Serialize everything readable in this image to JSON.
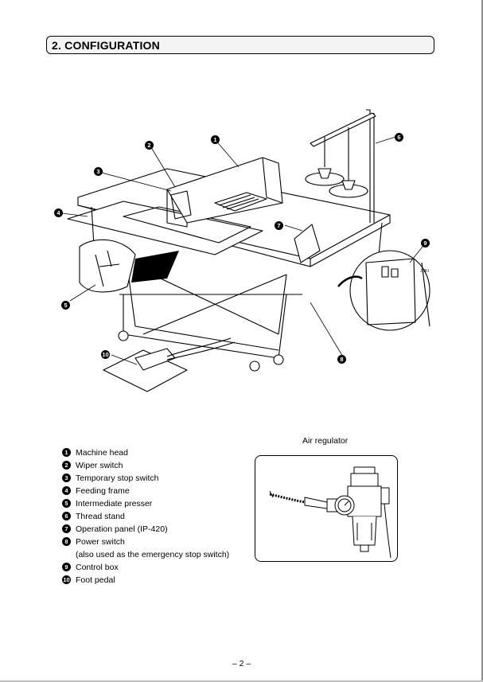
{
  "header": {
    "title": "2. CONFIGURATION"
  },
  "legend": [
    {
      "num": "1",
      "label": "Machine head"
    },
    {
      "num": "2",
      "label": "Wiper switch"
    },
    {
      "num": "3",
      "label": "Temporary stop switch"
    },
    {
      "num": "4",
      "label": "Feeding frame"
    },
    {
      "num": "5",
      "label": "Intermediate presser"
    },
    {
      "num": "6",
      "label": "Thread stand"
    },
    {
      "num": "7",
      "label": "Operation panel (IP-420)"
    },
    {
      "num": "8",
      "label": "Power switch"
    },
    {
      "num": "9",
      "label": "Control box"
    },
    {
      "num": "10",
      "label": "Foot pedal"
    }
  ],
  "legend_note": "(also used as the emergency stop switch)",
  "air_regulator": {
    "caption": "Air regulator"
  },
  "page_number": "– 2 –",
  "figure": {
    "callouts": [
      "1",
      "2",
      "3",
      "4",
      "5",
      "6",
      "7",
      "8",
      "9",
      "10"
    ],
    "panel_brand": "JUKI"
  }
}
